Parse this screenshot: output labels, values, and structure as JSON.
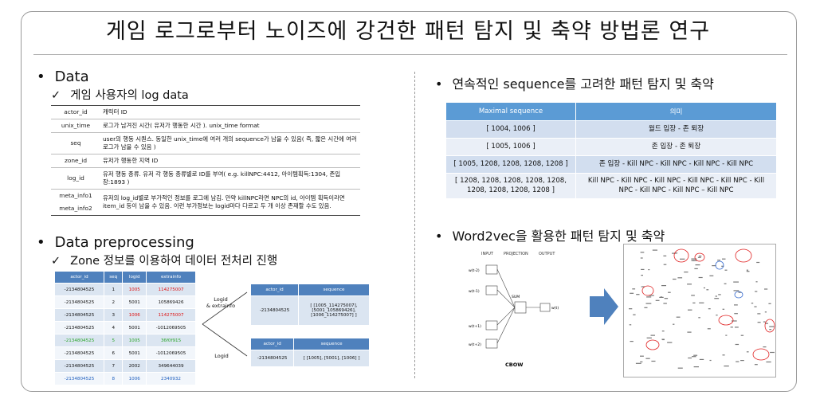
{
  "title": "게임 로그로부터 노이즈에 강건한  패턴 탐지 및 축약 방법론 연구",
  "left": {
    "data_heading": "Data",
    "bullet": "•",
    "check": "✓",
    "data_sub": "게임 사용자의 log data",
    "log_fields": [
      {
        "key": "actor_id",
        "desc": "캐릭터 ID"
      },
      {
        "key": "unix_time",
        "desc": "로그가 남겨진 시간( 유저가 행동한 시간 ). unix_time format"
      },
      {
        "key": "seq",
        "desc": "user의 행동 시퀀스. 동일한 unix_time에 여러 개의 sequence가 남을 수 있음( 즉, 짧은 시간에 여러 로그가 남을 수 있음 )"
      },
      {
        "key": "zone_id",
        "desc": "유저가 행동한 지역 ID"
      },
      {
        "key": "log_id",
        "desc": "유저 행동 종류. 유저 각 행동 종류별로 ID를 부여( e.g. killNPC:4412, 아이템획득:1304, 존입장:1893 )"
      },
      {
        "key": "meta_info1",
        "key2": "meta_info2",
        "desc": "유저의 log_id별로 부가적인 정보를 로그에 남김. 만약 killNPC라면 NPC의 id, 아이템 획득이라면 item_id 등이 남을 수 있음. 이런 부가정보는 logid마다 다르고 두 개 이상 존재할 수도 있음."
      }
    ],
    "prep_heading": "Data preprocessing",
    "prep_sub": "Zone 정보를 이용하여 데이터 전처리 진행",
    "prep_table": {
      "headers": [
        "actor_id",
        "seq",
        "logid",
        "extrainfo"
      ],
      "rows": [
        {
          "actor": "-2134804525",
          "seq": "1",
          "logid": "1005",
          "extra": "114275007",
          "color": "red"
        },
        {
          "actor": "-2134804525",
          "seq": "2",
          "logid": "5001",
          "extra": "105869426",
          "color": ""
        },
        {
          "actor": "-2134804525",
          "seq": "3",
          "logid": "1006",
          "extra": "114275007",
          "color": "red"
        },
        {
          "actor": "-2134804525",
          "seq": "4",
          "logid": "5001",
          "extra": "-1012069505",
          "color": ""
        },
        {
          "actor": "-2134804525",
          "seq": "5",
          "logid": "1005",
          "extra": "36f0f915",
          "color": "green"
        },
        {
          "actor": "-2134804525",
          "seq": "6",
          "logid": "5001",
          "extra": "-1012069505",
          "color": ""
        },
        {
          "actor": "-2134804525",
          "seq": "7",
          "logid": "2002",
          "extra": "349644039",
          "color": ""
        },
        {
          "actor": "-2134804525",
          "seq": "8",
          "logid": "1006",
          "extra": "2340932",
          "color": "blue"
        }
      ]
    },
    "arrow_label_top": "Logid\n& extrainfo",
    "arrow_label_bottom": "Logid",
    "out_table_1": {
      "headers": [
        "actor_id",
        "sequence"
      ],
      "actor": "-2134804525",
      "sequence": "[ [1005_114275007],\n[5001_105869426],\n[1006_114275007] ]"
    },
    "out_table_2": {
      "headers": [
        "actor_id",
        "sequence"
      ],
      "actor": "-2134804525",
      "sequence": "[ [1005], [5001], [1006] ]"
    }
  },
  "right": {
    "seq_heading": "연속적인 sequence를 고려한 패턴 탐지 및 축약",
    "ms_table": {
      "headers": [
        "Maximal sequence",
        "의미"
      ],
      "rows": [
        {
          "seq": "[ 1004, 1006 ]",
          "meaning": "월드 입장 -  존 퇴장"
        },
        {
          "seq": "[ 1005, 1006 ]",
          "meaning": "존 입장 -  존 퇴장"
        },
        {
          "seq": "[ 1005, 1208, 1208, 1208, 1208 ]",
          "meaning": "존 입장 - Kill NPC - Kill NPC - Kill NPC - Kill NPC"
        },
        {
          "seq": "[ 1208, 1208, 1208, 1208, 1208,\n1208, 1208, 1208, 1208 ]",
          "meaning": "Kill NPC - Kill NPC - Kill NPC - Kill NPC - Kill NPC - Kill\nNPC - Kill NPC - Kill NPC – Kill NPC"
        }
      ]
    },
    "w2v_heading": "Word2vec을 활용한 패턴 탐지 및 축약",
    "cbow": {
      "input_label": "INPUT",
      "projection_label": "PROJECTION",
      "output_label": "OUTPUT",
      "inputs": [
        "w(t-2)",
        "w(t-1)",
        "w(t+1)",
        "w(t+2)"
      ],
      "sum": "SUM",
      "output": "w(t)",
      "caption": "CBOW"
    }
  }
}
